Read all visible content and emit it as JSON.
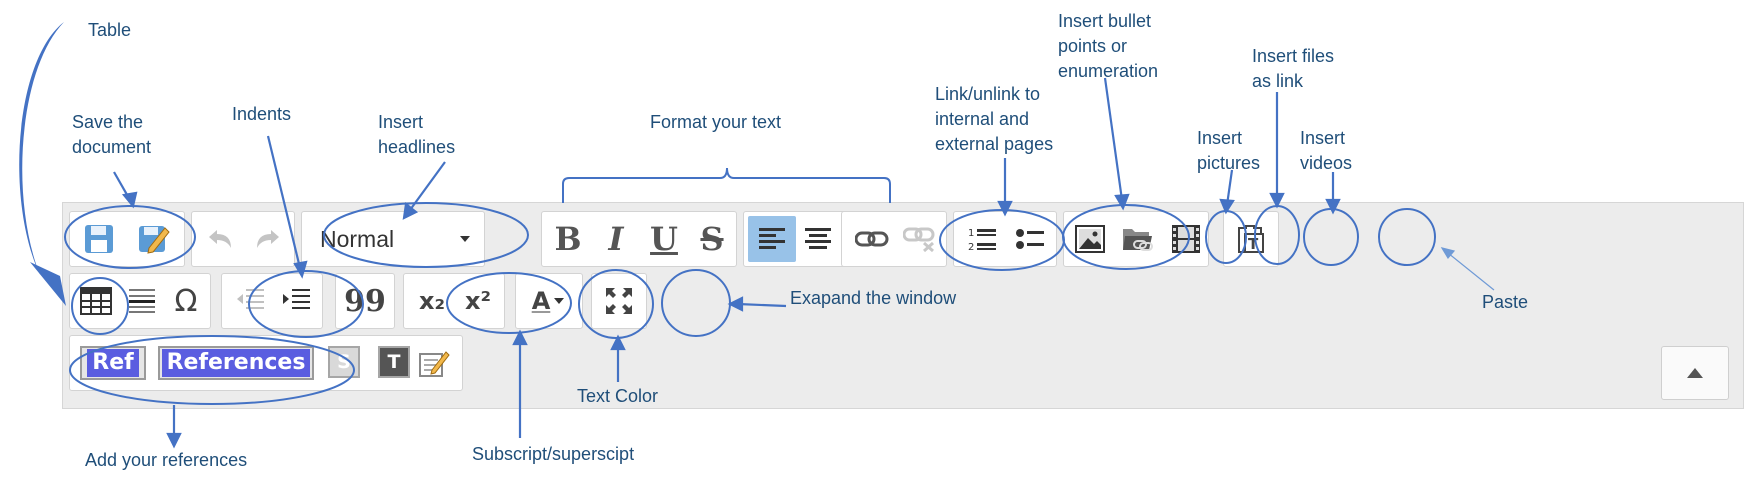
{
  "toolbar": {
    "style_dropdown": {
      "value": "Normal"
    },
    "format_buttons": {
      "bold": "B",
      "italic": "I",
      "underline": "U",
      "strike": "S"
    },
    "ref_buttons": {
      "ref": "Ref",
      "references": "References"
    },
    "small_buttons": {
      "s": "S",
      "t": "T"
    },
    "special_char": "Ω",
    "quote": "99",
    "subscript": "x₂",
    "superscript": "x²",
    "text_color": "A"
  },
  "annotations": {
    "table": "Table",
    "save": "Save the\ndocument",
    "indents": "Indents",
    "headlines": "Insert\nheadlines",
    "format": "Format your text",
    "link": "Link/unlink to\ninternal and\nexternal pages",
    "bullets": "Insert bullet\npoints or\nenumeration",
    "files": "Insert files\nas link",
    "pictures": "Insert\npictures",
    "videos": "Insert\nvideos",
    "expand": "Exapand the window",
    "paste": "Paste",
    "text_color": "Text Color",
    "references": "Add your references",
    "subsup": "Subscript/superscipt"
  },
  "colors": {
    "annotation": "#1f4e79",
    "highlight": "#4472c4",
    "active_button": "#98c2e8",
    "ref_button": "#5a5de0"
  }
}
